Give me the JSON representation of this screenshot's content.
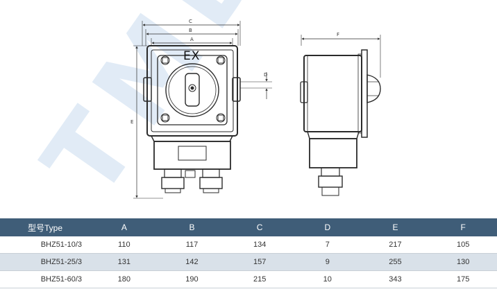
{
  "watermark": "TMD",
  "drawing": {
    "ex_mark": "EX",
    "dims": {
      "a": "A",
      "b": "B",
      "c": "C",
      "d": "D",
      "e": "E",
      "f": "F"
    }
  },
  "table": {
    "headers": [
      "型号Type",
      "A",
      "B",
      "C",
      "D",
      "E",
      "F"
    ],
    "rows": [
      [
        "BHZ51-10/3",
        "110",
        "117",
        "134",
        "7",
        "217",
        "105"
      ],
      [
        "BHZ51-25/3",
        "131",
        "142",
        "157",
        "9",
        "255",
        "130"
      ],
      [
        "BHZ51-60/3",
        "180",
        "190",
        "215",
        "10",
        "343",
        "175"
      ]
    ]
  },
  "colors": {
    "header_bg": "#3f5d78",
    "row_alt_bg": "#d9e1e9",
    "watermark": "#c9dcef"
  }
}
